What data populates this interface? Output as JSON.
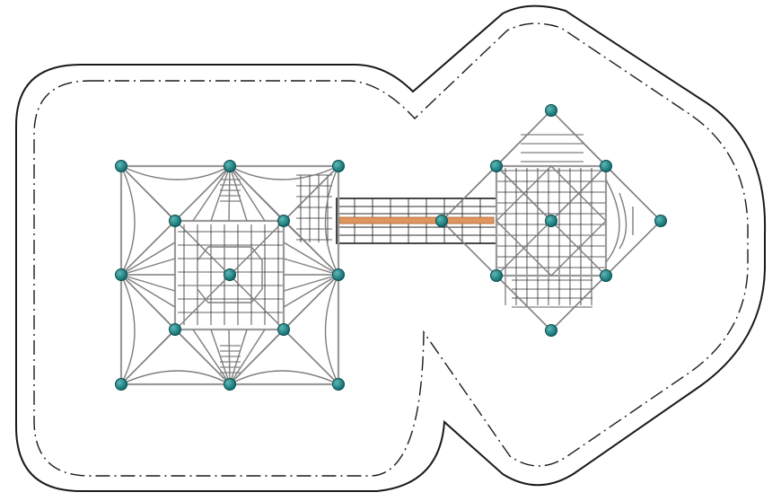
{
  "colors": {
    "background": "#ffffff",
    "outline": "#1a1a1a",
    "frame": "#9a9a9a",
    "cable": "#7d7d7d",
    "net_grid": "#2b2b2b",
    "node_fill": "#0f6f72",
    "node_highlight": "#5fb7b5",
    "bridge_beam": "#e0955f"
  },
  "components": {
    "outer_boundary": "safety-zone-boundary",
    "inner_boundary": "dash-dot-zone-line",
    "left_structure": "square-space-net",
    "right_structure": "diamond-space-net",
    "connector": "net-bridge-with-beam"
  }
}
